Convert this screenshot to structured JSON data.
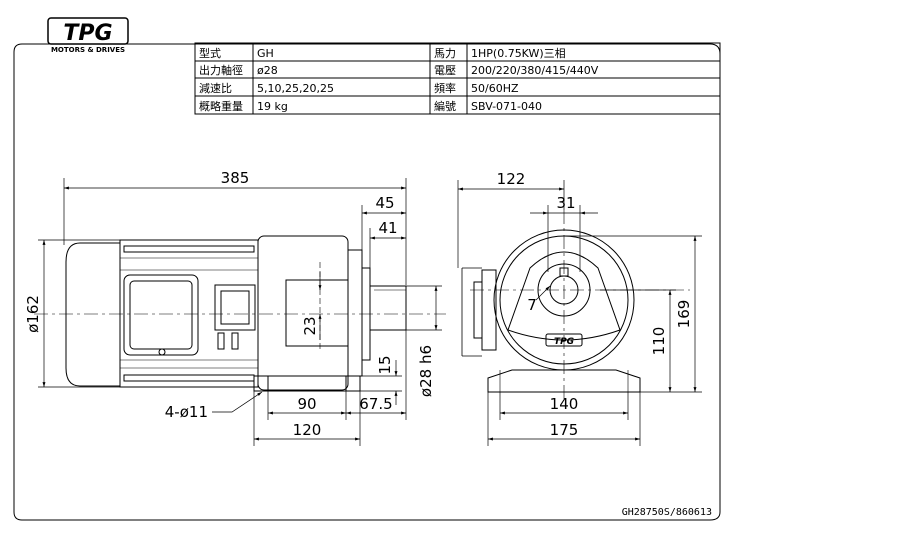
{
  "logo": {
    "brand": "TPG",
    "tagline": "MOTORS & DRIVES"
  },
  "specs": [
    {
      "label": "型式",
      "value": "GH"
    },
    {
      "label": "出力軸徑",
      "value": "ø28"
    },
    {
      "label": "減速比",
      "value": "5,10,25,20,25"
    },
    {
      "label": "概略重量",
      "value": "19 kg"
    },
    {
      "label": "馬力",
      "value": "1HP(0.75KW)三相"
    },
    {
      "label": "電壓",
      "value": "200/220/380/415/440V"
    },
    {
      "label": "頻率",
      "value": "50/60HZ"
    },
    {
      "label": "編號",
      "value": "SBV-071-040"
    }
  ],
  "dimensions": {
    "overall_length": "385",
    "shaft_45": "45",
    "shaft_41": "41",
    "motor_dia": "ø162",
    "shaft_dia": "ø28 h6",
    "key_23": "23",
    "base_15": "15",
    "foot_90": "90",
    "foot_67_5": "67.5",
    "foot_120": "120",
    "holes": "4-ø11",
    "front_122": "122",
    "front_31": "31",
    "front_7": "7",
    "height_110": "110",
    "height_169": "169",
    "base_140": "140",
    "base_175": "175"
  },
  "drawing_number": "GH28750S/860613"
}
